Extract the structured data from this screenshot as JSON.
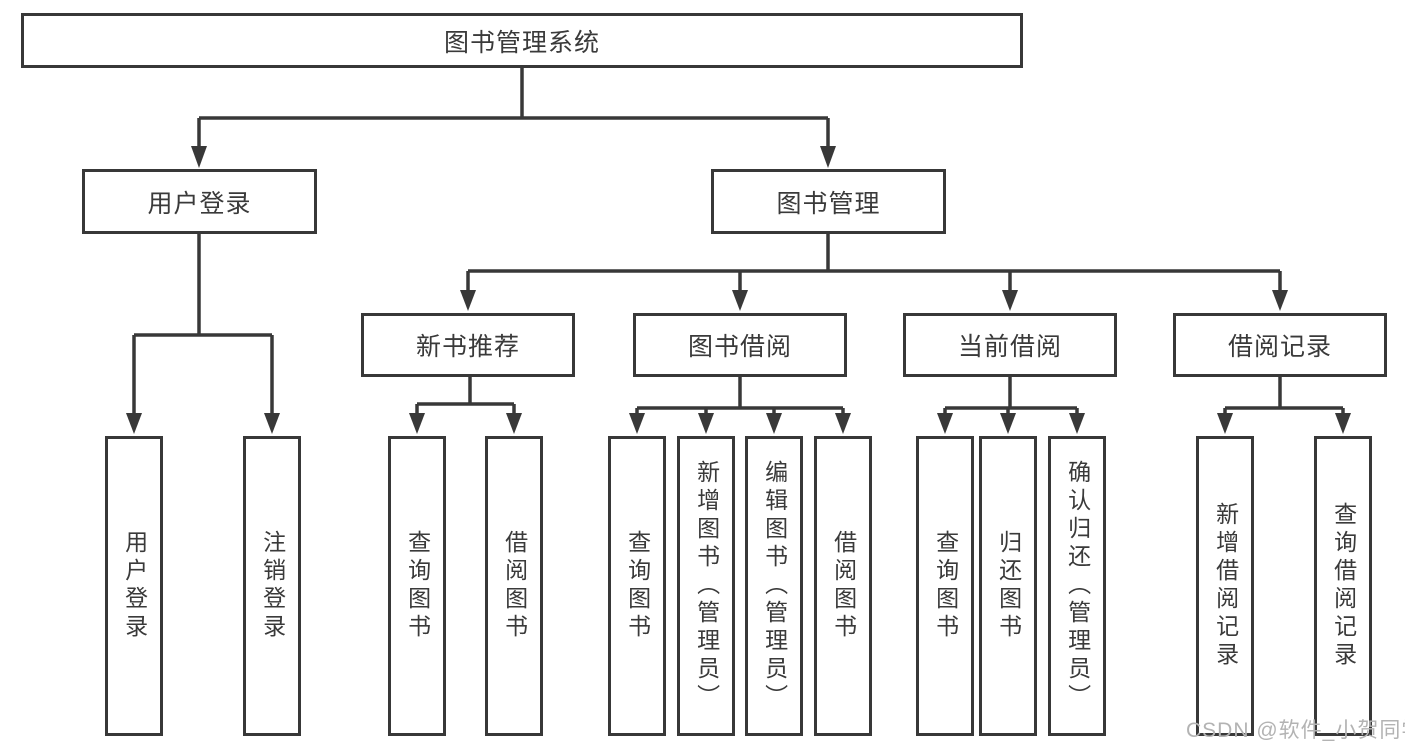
{
  "diagram": {
    "root": {
      "label": "图书管理系统"
    },
    "branches": [
      {
        "label": "用户登录",
        "children": [
          {
            "label": "用户登录"
          },
          {
            "label": "注销登录"
          }
        ]
      },
      {
        "label": "图书管理",
        "children": [
          {
            "label": "新书推荐",
            "children": [
              {
                "label": "查询图书"
              },
              {
                "label": "借阅图书"
              }
            ]
          },
          {
            "label": "图书借阅",
            "children": [
              {
                "label": "查询图书"
              },
              {
                "label": "新增图书（管理员）"
              },
              {
                "label": "编辑图书（管理员）"
              },
              {
                "label": "借阅图书"
              }
            ]
          },
          {
            "label": "当前借阅",
            "children": [
              {
                "label": "查询图书"
              },
              {
                "label": "归还图书"
              },
              {
                "label": "确认归还（管理员）"
              }
            ]
          },
          {
            "label": "借阅记录",
            "children": [
              {
                "label": "新增借阅记录"
              },
              {
                "label": "查询借阅记录"
              }
            ]
          }
        ]
      }
    ],
    "watermark": "CSDN @软件_小贺同学",
    "colors": {
      "line": "#383838",
      "text": "#3a3a3a",
      "watermark": "#b3b3b3",
      "background": "#ffffff"
    }
  }
}
